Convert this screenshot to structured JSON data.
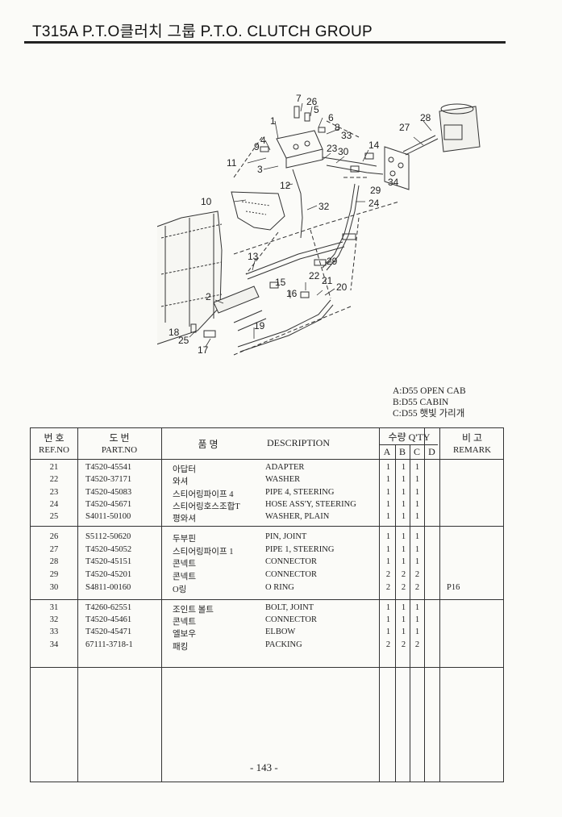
{
  "header": {
    "title": "T315A P.T.O클러치 그룹 P.T.O. CLUTCH GROUP"
  },
  "figure": {
    "callouts": [
      "7",
      "26",
      "5",
      "6",
      "8",
      "33",
      "1",
      "4",
      "9",
      "11",
      "23",
      "30",
      "3",
      "14",
      "28",
      "27",
      "12",
      "29",
      "34",
      "10",
      "32",
      "24",
      "13",
      "29",
      "22",
      "21",
      "20",
      "15",
      "16",
      "2",
      "19",
      "18",
      "25",
      "17"
    ]
  },
  "legend": [
    "A:D55 OPEN CAB",
    "B:D55 CABIN",
    "C:D55 햇빛 가리개"
  ],
  "table": {
    "headers": {
      "ref_kor": "번 호",
      "ref_eng": "REF.NO",
      "part_kor": "도 번",
      "part_eng": "PART.NO",
      "name_kor": "품 명",
      "desc": "DESCRIPTION",
      "qty": "수량 Q'TY",
      "qa": "A",
      "qb": "B",
      "qc": "C",
      "qd": "D",
      "remark_kor": "비 고",
      "remark_eng": "REMARK"
    },
    "rows": [
      {
        "ref": "21",
        "part": "T4520-45541",
        "kor": "아답터",
        "desc": "ADAPTER",
        "a": "1",
        "b": "1",
        "c": "1",
        "d": "",
        "remark": ""
      },
      {
        "ref": "22",
        "part": "T4520-37171",
        "kor": "와셔",
        "desc": "WASHER",
        "a": "1",
        "b": "1",
        "c": "1",
        "d": "",
        "remark": ""
      },
      {
        "ref": "23",
        "part": "T4520-45083",
        "kor": "스티어링파이프 4",
        "desc": "PIPE 4, STEERING",
        "a": "1",
        "b": "1",
        "c": "1",
        "d": "",
        "remark": ""
      },
      {
        "ref": "24",
        "part": "T4520-45671",
        "kor": "스티어링호스조합T",
        "desc": "HOSE ASS'Y, STEERING",
        "a": "1",
        "b": "1",
        "c": "1",
        "d": "",
        "remark": ""
      },
      {
        "ref": "25",
        "part": "S4011-50100",
        "kor": "평와셔",
        "desc": "WASHER, PLAIN",
        "a": "1",
        "b": "1",
        "c": "1",
        "d": "",
        "remark": ""
      },
      {
        "ref": "26",
        "part": "S5112-50620",
        "kor": "두부핀",
        "desc": "PIN, JOINT",
        "a": "1",
        "b": "1",
        "c": "1",
        "d": "",
        "remark": ""
      },
      {
        "ref": "27",
        "part": "T4520-45052",
        "kor": "스티어링파이프 1",
        "desc": "PIPE 1, STEERING",
        "a": "1",
        "b": "1",
        "c": "1",
        "d": "",
        "remark": ""
      },
      {
        "ref": "28",
        "part": "T4520-45151",
        "kor": "콘넥트",
        "desc": "CONNECTOR",
        "a": "1",
        "b": "1",
        "c": "1",
        "d": "",
        "remark": ""
      },
      {
        "ref": "29",
        "part": "T4520-45201",
        "kor": "콘넥트",
        "desc": "CONNECTOR",
        "a": "2",
        "b": "2",
        "c": "2",
        "d": "",
        "remark": ""
      },
      {
        "ref": "30",
        "part": "S4811-00160",
        "kor": "O링",
        "desc": "O RING",
        "a": "2",
        "b": "2",
        "c": "2",
        "d": "",
        "remark": "P16"
      },
      {
        "ref": "31",
        "part": "T4260-62551",
        "kor": "조인트 볼트",
        "desc": "BOLT, JOINT",
        "a": "1",
        "b": "1",
        "c": "1",
        "d": "",
        "remark": ""
      },
      {
        "ref": "32",
        "part": "T4520-45461",
        "kor": "콘넥트",
        "desc": "CONNECTOR",
        "a": "1",
        "b": "1",
        "c": "1",
        "d": "",
        "remark": ""
      },
      {
        "ref": "33",
        "part": "T4520-45471",
        "kor": "엘보우",
        "desc": "ELBOW",
        "a": "1",
        "b": "1",
        "c": "1",
        "d": "",
        "remark": ""
      },
      {
        "ref": "34",
        "part": "67111-3718-1",
        "kor": "패킹",
        "desc": "PACKING",
        "a": "2",
        "b": "2",
        "c": "2",
        "d": "",
        "remark": ""
      }
    ]
  },
  "footer": {
    "page": "- 143 -"
  }
}
